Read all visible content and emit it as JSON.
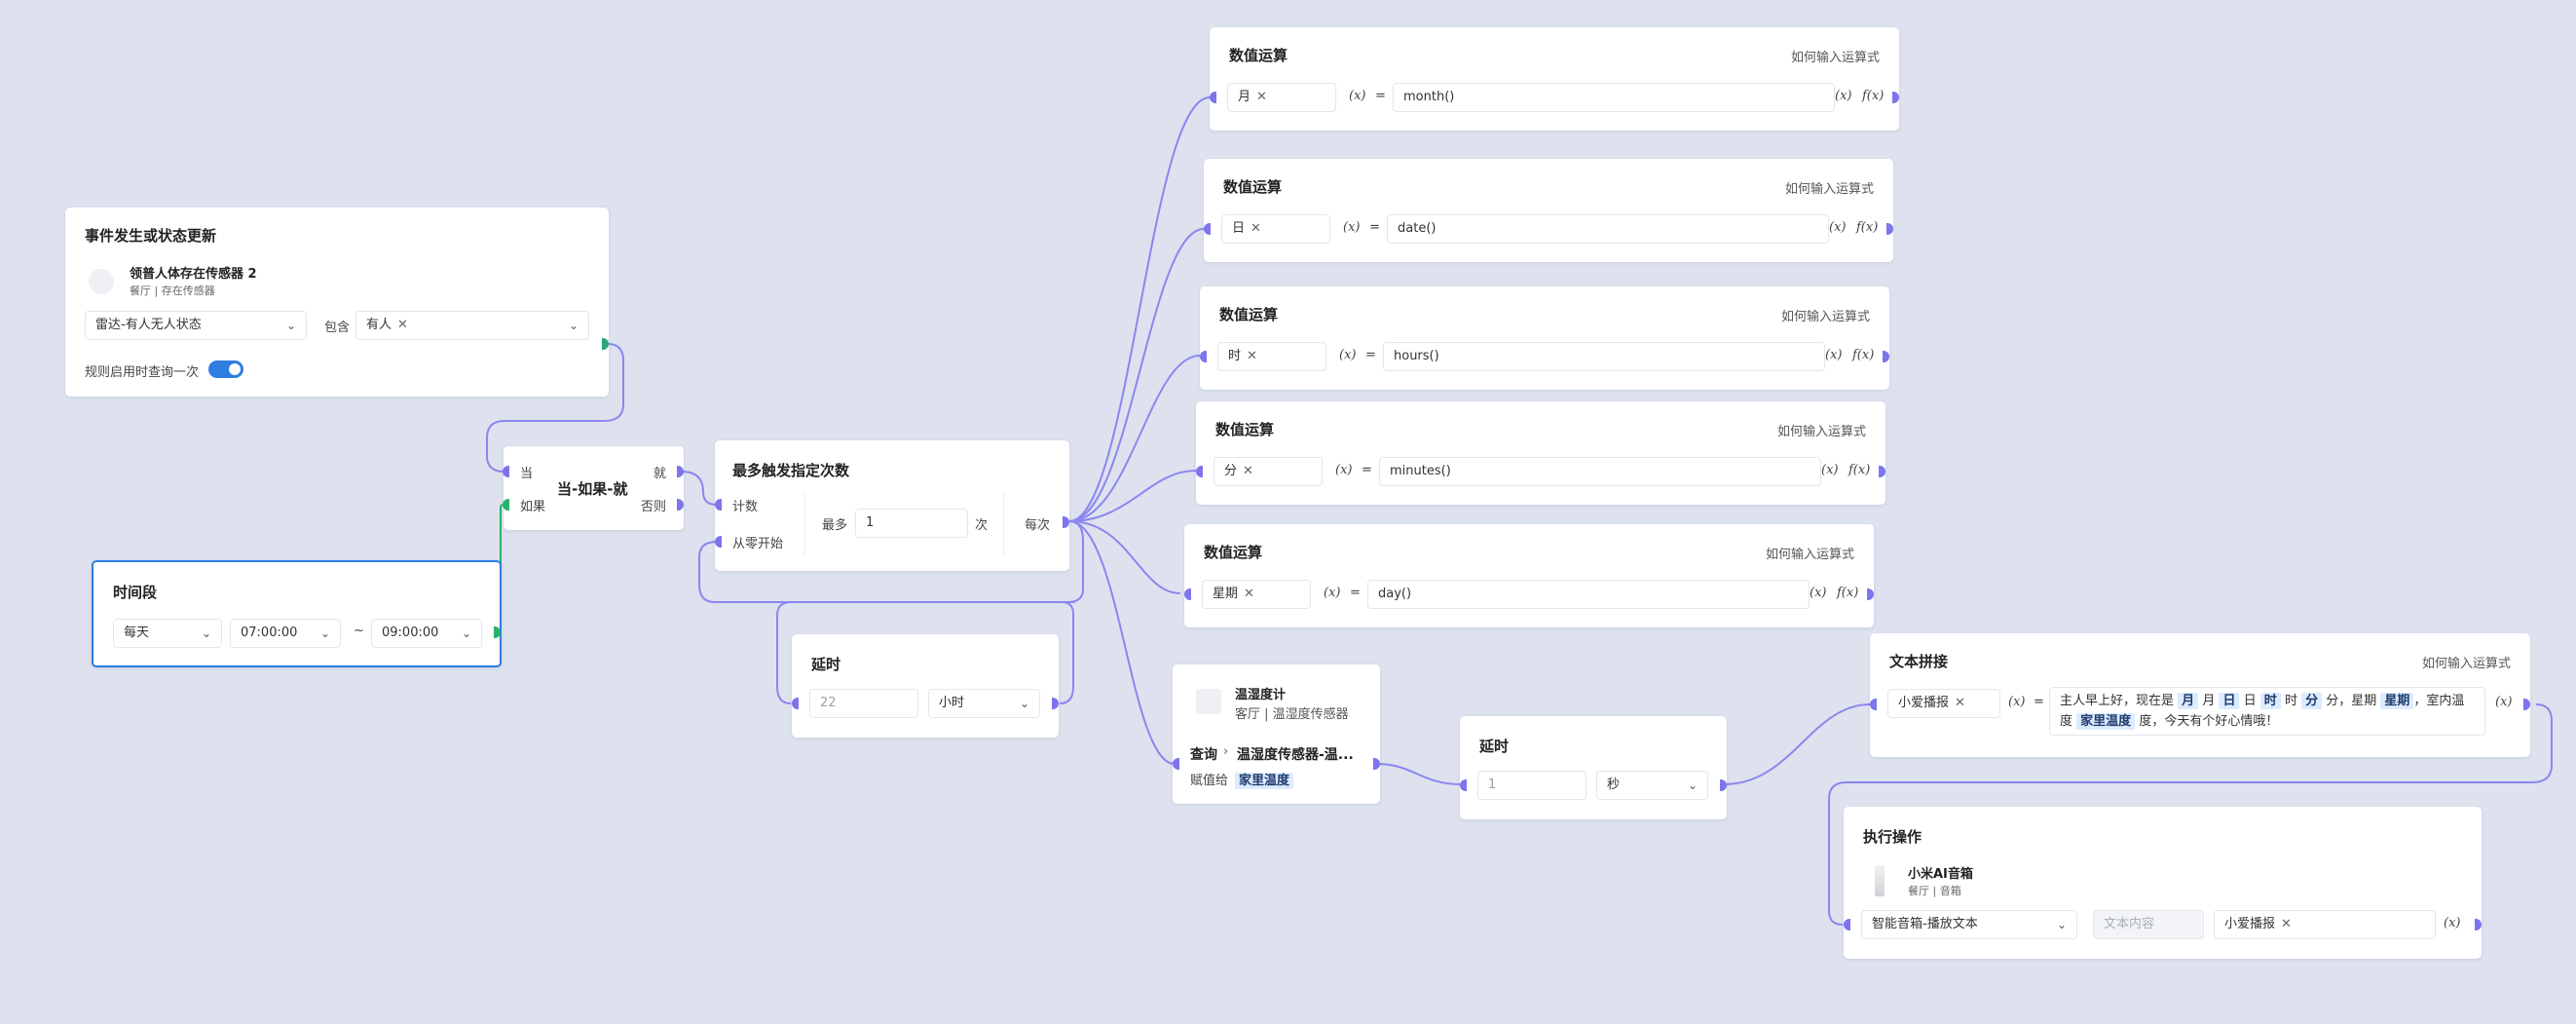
{
  "accent_color": "#7d75ec",
  "event_node": {
    "title": "事件发生或状态更新",
    "device_name": "领普人体存在传感器 2",
    "device_sub": "餐厅 | 存在传感器",
    "attr_select": "雷达-有人无人状态",
    "op_label": "包含",
    "value_chip": "有人",
    "query_label": "规则启用时查询一次",
    "query_toggle": true
  },
  "time_node": {
    "title": "时间段",
    "repeat": "每天",
    "start": "07:00:00",
    "tilde": "~",
    "end": "09:00:00"
  },
  "if_node": {
    "title": "当-如果-就",
    "when": "当",
    "then": "就",
    "if": "如果",
    "else": "否则"
  },
  "max_node": {
    "title": "最多触发指定次数",
    "count": "计数",
    "reset": "从零开始",
    "max_label": "最多",
    "max_value": "1",
    "unit": "次",
    "each": "每次"
  },
  "delay1": {
    "title": "延时",
    "value": "22",
    "unit": "小时"
  },
  "calc_nodes": [
    {
      "title": "数值运算",
      "help": "如何输入运算式",
      "var": "月",
      "x": "(x)",
      "eq": "=",
      "expr": "month()",
      "fx": "f(x)"
    },
    {
      "title": "数值运算",
      "help": "如何输入运算式",
      "var": "日",
      "x": "(x)",
      "eq": "=",
      "expr": "date()",
      "fx": "f(x)"
    },
    {
      "title": "数值运算",
      "help": "如何输入运算式",
      "var": "时",
      "x": "(x)",
      "eq": "=",
      "expr": "hours()",
      "fx": "f(x)"
    },
    {
      "title": "数值运算",
      "help": "如何输入运算式",
      "var": "分",
      "x": "(x)",
      "eq": "=",
      "expr": "minutes()",
      "fx": "f(x)"
    },
    {
      "title": "数值运算",
      "help": "如何输入运算式",
      "var": "星期",
      "x": "(x)",
      "eq": "=",
      "expr": "day()",
      "fx": "f(x)"
    }
  ],
  "sensor_node": {
    "name": "温湿度计",
    "sub": "客厅 | 温湿度传感器",
    "query": "查询",
    "query_target": "温湿度传感器-温...",
    "assign": "赋值给",
    "assign_var": "家里温度"
  },
  "delay2": {
    "title": "延时",
    "value": "1",
    "unit": "秒"
  },
  "text_node": {
    "title": "文本拼接",
    "help": "如何输入运算式",
    "var": "小爱播报",
    "x": "(x)",
    "eq": "=",
    "t1": "主人早上好，现在是",
    "v1": "月",
    "t2": "月",
    "v2": "日",
    "t3": "日",
    "v3": "时",
    "t4": "时",
    "v4": "分",
    "t5": "分，星期",
    "v5": "星期",
    "t6": "，室内温度",
    "v6": "家里温度",
    "t7": "度，今天有个好心情哦！"
  },
  "action_node": {
    "title": "执行操作",
    "device_name": "小米AI音箱",
    "device_sub": "餐厅 | 音箱",
    "action_select": "智能音箱-播放文本",
    "placeholder": "文本内容",
    "var_chip": "小爱播报",
    "x": "(x)"
  }
}
